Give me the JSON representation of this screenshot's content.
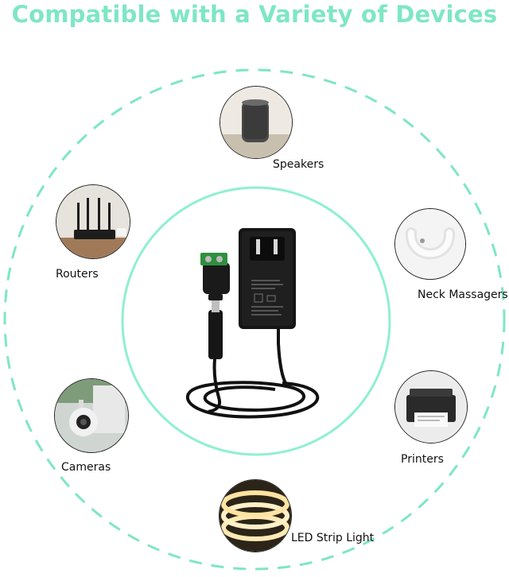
{
  "title": "Compatible with a Variety of Devices",
  "colors": {
    "accent": "#7fe6c5",
    "ring": "#7fe6c5",
    "product": "#111111"
  },
  "devices": [
    {
      "label": "Speakers",
      "icon": "speaker-icon"
    },
    {
      "label": "Routers",
      "icon": "router-icon"
    },
    {
      "label": "Neck Massagers",
      "icon": "neck-massager-icon"
    },
    {
      "label": "Cameras",
      "icon": "camera-icon"
    },
    {
      "label": "Printers",
      "icon": "printer-icon"
    },
    {
      "label": "LED Strip Light",
      "icon": "led-strip-icon"
    }
  ],
  "product": {
    "icon": "power-adapter-icon"
  }
}
